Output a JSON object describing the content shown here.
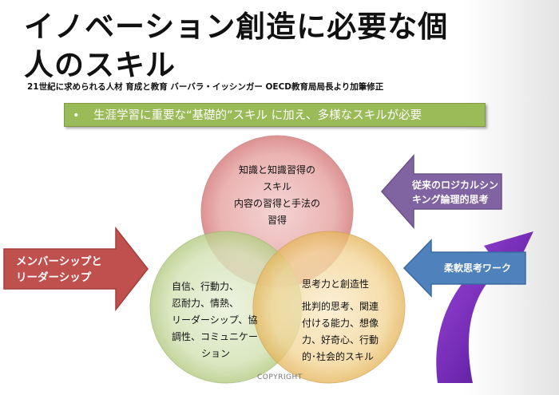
{
  "slide": {
    "title_line1": "イノベーション創造に必要な個",
    "title_line2": "人のスキル",
    "subtitle": "21世紀に求められる人材 育成と教育 バーバラ・イッシンガー OECD教育局局長より加筆修正",
    "banner": {
      "bullet": "•",
      "text": "生涯学習に重要な“基礎的”スキル に加え、多様なスキルが必要"
    },
    "circles": {
      "top": {
        "lines": [
          "知識と知識習得の",
          "スキル",
          "内容の習得と手法の",
          "習得"
        ],
        "color": "#c9393a"
      },
      "left": {
        "lines": [
          "自信、行動力、",
          "忍耐力、情熱、",
          "リーダーシップ、協",
          "調性、コミュニケー",
          "ション"
        ],
        "color": "#8db04a"
      },
      "right": {
        "title": "思考力と創造性",
        "lines": [
          "批判的思考、関連",
          "付ける能力、想像",
          "力、好奇心、行動",
          "的･社会的スキル"
        ],
        "color": "#c48a18"
      }
    },
    "arrows": {
      "left": {
        "lines": [
          "メンバーシップと",
          "リーダーシップ"
        ],
        "color": "#c0504d"
      },
      "top_right": {
        "lines": [
          "従来のロジカルシン",
          "キング論理的思考"
        ],
        "color": "#8064a2"
      },
      "bottom_right": {
        "text": "柔軟思考ワーク",
        "color": "#4f81bd"
      },
      "curved": {
        "color": "#7030a0"
      }
    },
    "copyright": "COPYRIGHT"
  }
}
